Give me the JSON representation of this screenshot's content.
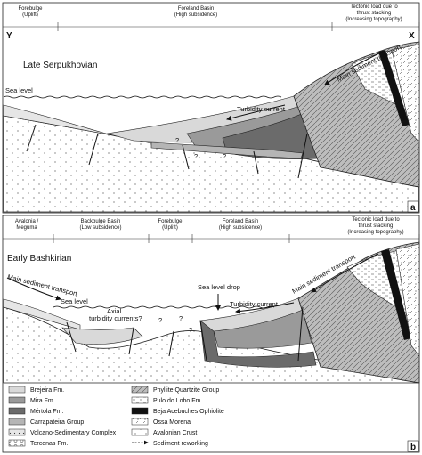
{
  "panel_a": {
    "header": {
      "forebulge": [
        "Forebulge",
        "(Uplift)"
      ],
      "foreland": [
        "Foreland Basin",
        "(High subsidence)"
      ],
      "tectonic": [
        "Tectonic load due to",
        "thrust stacking",
        "(Increasing topography)"
      ]
    },
    "end_left": "Y",
    "end_right": "X",
    "title": "Late Serpukhovian",
    "sea_level": "Sea level",
    "turbidity": "Turbidity current",
    "transport": "Main sediment transport",
    "qmarks": [
      "?",
      "?",
      "?"
    ],
    "panel_letter": "a"
  },
  "panel_b": {
    "header": {
      "avalonia": [
        "Avalonia /",
        "Meguma"
      ],
      "backbulge": [
        "Backbulge Basin",
        "(Low subsidence)"
      ],
      "forebulge": [
        "Forebulge",
        "(Uplift)"
      ],
      "foreland": [
        "Foreland Basin",
        "(High subsidence)"
      ],
      "tectonic": [
        "Tectonic load due to",
        "thrust stacking",
        "(Increasing topography)"
      ]
    },
    "title": "Early Bashkirian",
    "transport_left": "Main sediment transport",
    "transport_right": "Main sediment transport",
    "sea_level": "Sea level",
    "axial": [
      "Axial",
      "turbidity currents?"
    ],
    "sea_drop": "Sea level drop",
    "turbidity": "Turbidity current",
    "qmarks": [
      "?",
      "?",
      "?"
    ],
    "panel_letter": "b"
  },
  "legend": {
    "items": [
      {
        "label": "Brejeira Fm.",
        "fill": "#d9d9d9"
      },
      {
        "label": "Mira Fm.",
        "fill": "#9a9a9a"
      },
      {
        "label": "Mértola Fm.",
        "fill": "#6b6b6b"
      },
      {
        "label": "Carrapateira Group",
        "fill": "#b5b5b5"
      },
      {
        "label": "Volcano-Sedimentary Complex",
        "fill": "url(#pDots)"
      },
      {
        "label": "Tercenas Fm.",
        "fill": "url(#pCircles)"
      },
      {
        "label": "Phyllite Quartzite Group",
        "fill": "url(#pPhyllite)"
      },
      {
        "label": "Pulo do Lobo Fm.",
        "fill": "url(#pDashes)"
      },
      {
        "label": "Beja Acebuches Ophiolite",
        "fill": "#111111"
      },
      {
        "label": "Ossa Morena",
        "fill": "url(#pOssa)"
      },
      {
        "label": "Avalonian Crust",
        "fill": "url(#pCrust)"
      },
      {
        "label": "Sediment reworking",
        "fill": "none"
      }
    ]
  }
}
